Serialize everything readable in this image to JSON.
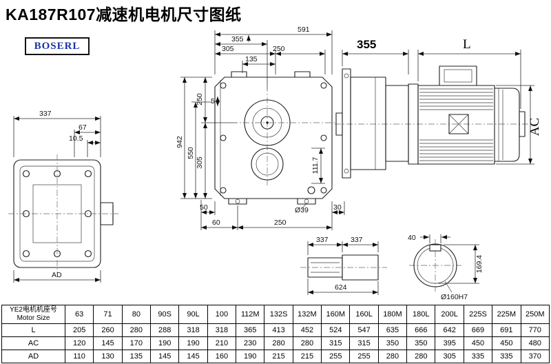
{
  "page": {
    "title": "KA187R107减速机电机尺寸图纸",
    "logo": "BOSERL"
  },
  "dims": {
    "left": {
      "w": "337",
      "a": "67",
      "b": "10.5",
      "ad": "AD"
    },
    "front": {
      "total_w": "591",
      "w355": "355",
      "w305": "305",
      "w250": "250",
      "w135": "135",
      "h250": "250",
      "h5": "5",
      "h305": "305",
      "h550": "550",
      "h942": "942",
      "h1117": "111.7",
      "b50": "50",
      "b60": "60",
      "b250": "250",
      "dia39": "Ø39",
      "b30": "30"
    },
    "side": {
      "w355": "355",
      "L": "L",
      "AC": "AC"
    },
    "shaft": {
      "seg1": "337",
      "seg2": "337",
      "total": "624"
    },
    "bore": {
      "key_w": "40",
      "key_h": "169.4",
      "label": "Ø160H7"
    }
  },
  "table": {
    "header_cn": "YE2电机机座号",
    "header_en": "Motor Size",
    "columns": [
      "63",
      "71",
      "80",
      "90S",
      "90L",
      "100",
      "112M",
      "132S",
      "132M",
      "160M",
      "160L",
      "180M",
      "180L",
      "200L",
      "225S",
      "225M",
      "250M"
    ],
    "rows": [
      {
        "label": "L",
        "values": [
          "205",
          "260",
          "280",
          "288",
          "318",
          "318",
          "365",
          "413",
          "452",
          "524",
          "547",
          "635",
          "666",
          "642",
          "669",
          "691",
          "770"
        ]
      },
      {
        "label": "AC",
        "values": [
          "120",
          "145",
          "170",
          "190",
          "190",
          "210",
          "230",
          "280",
          "280",
          "315",
          "315",
          "350",
          "350",
          "395",
          "450",
          "450",
          "480"
        ]
      },
      {
        "label": "AD",
        "values": [
          "110",
          "130",
          "135",
          "145",
          "145",
          "160",
          "190",
          "215",
          "215",
          "255",
          "255",
          "280",
          "280",
          "305",
          "335",
          "335",
          "370"
        ]
      }
    ]
  }
}
